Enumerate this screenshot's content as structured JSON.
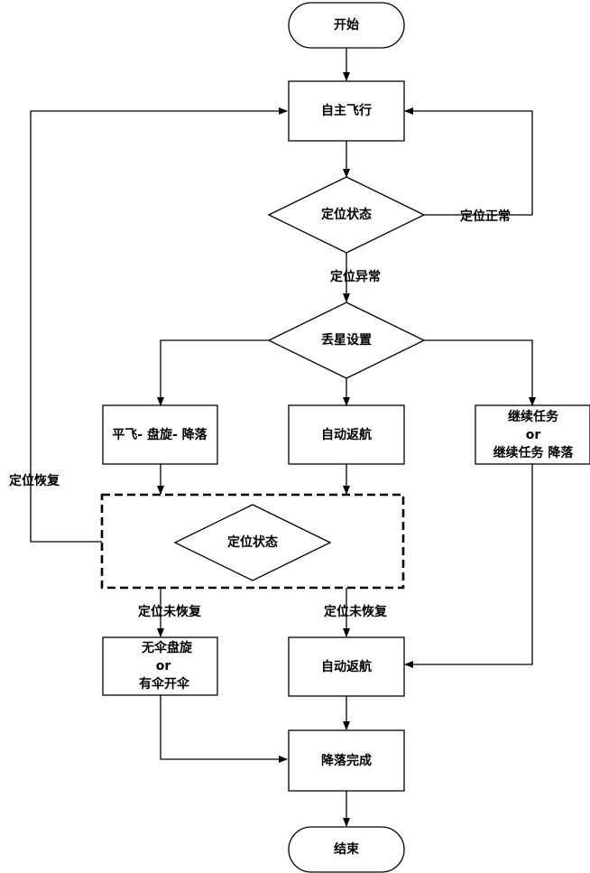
{
  "nodes": {
    "start": "开始",
    "autonomous_flight": "自主飞行",
    "position_status_1": "定位状态",
    "position_normal": "定位正常",
    "position_abnormal": "定位异常",
    "lost_star_setting": "丢星设置",
    "level_hover_land": "平飞- 盘旋- 降落",
    "auto_return_1": "自动返航",
    "continue_task": "继续任务",
    "or_1": "or",
    "continue_task_land": "继续任务 降落",
    "position_recovered": "定位恢复",
    "position_status_2": "定位状态",
    "not_recovered_left": "定位未恢复",
    "not_recovered_mid": "定位未恢复",
    "no_chute_hover": "无伞盘旋",
    "or_2": "or",
    "chute_open": "有伞开伞",
    "auto_return_2": "自动返航",
    "landing_complete": "降落完成",
    "end": "结束"
  }
}
